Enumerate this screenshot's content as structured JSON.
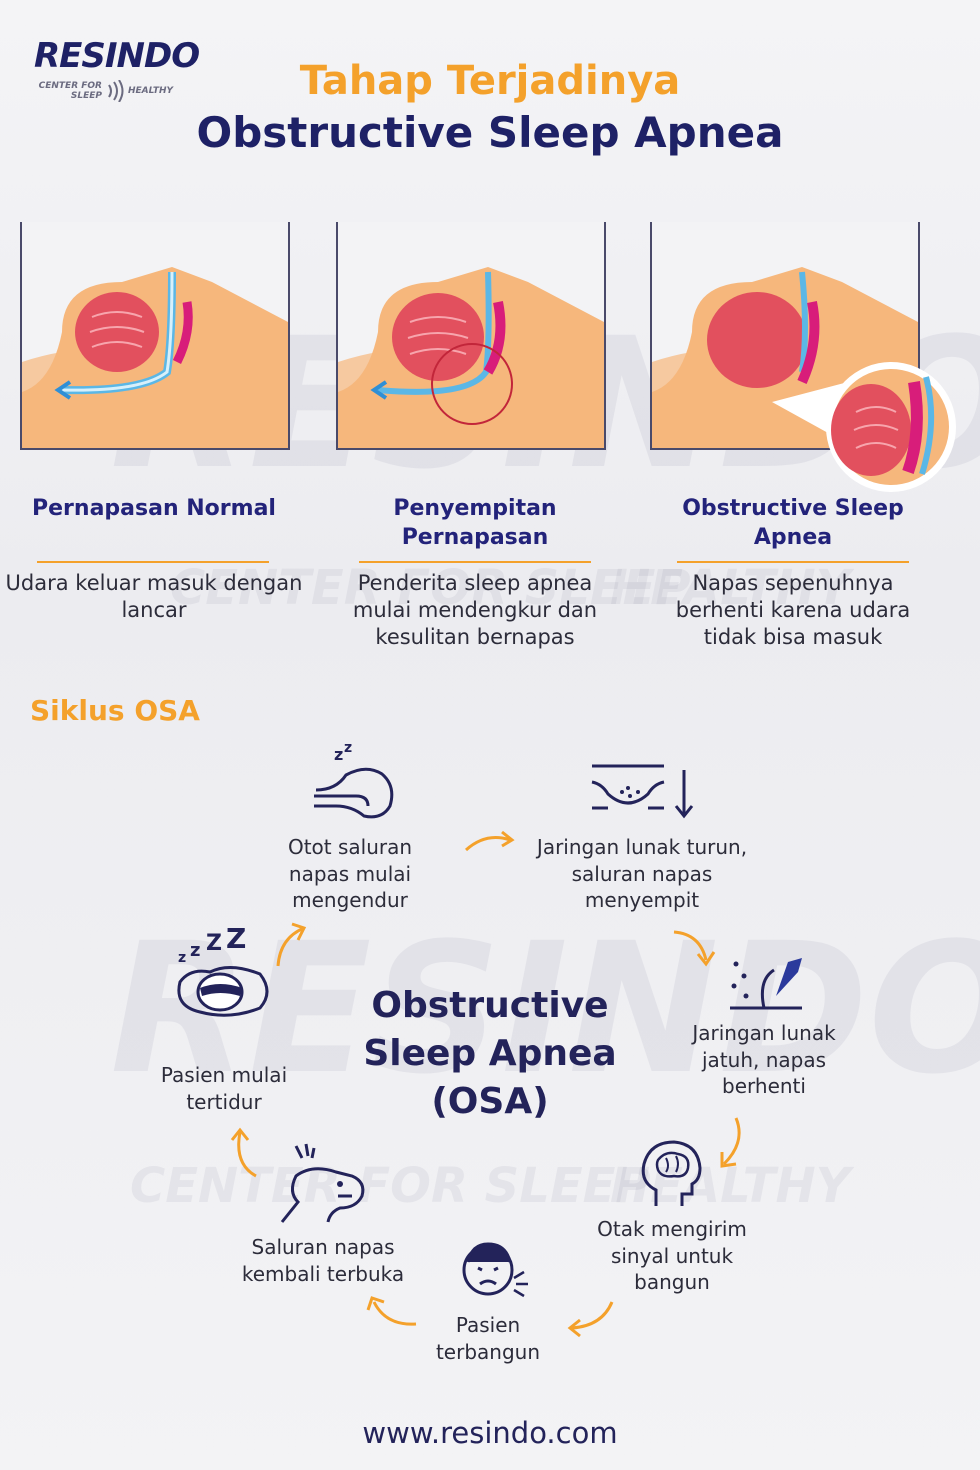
{
  "brand": {
    "logo_text": "RESINDO",
    "logo_sub_left": "CENTER FOR SLEEP",
    "logo_sub_right": "HEALTHY",
    "watermark_text": "RESINDO",
    "watermark_sub_left": "CENTER FOR SLEEP",
    "watermark_sub_right": "HEALTHY"
  },
  "title": {
    "line1": "Tahap Terjadinya",
    "line2": "Obstructive Sleep Apnea"
  },
  "stages": [
    {
      "title": "Pernapasan Normal",
      "description": "Udara keluar masuk dengan lancar"
    },
    {
      "title": "Penyempitan Pernapasan",
      "description": "Penderita sleep apnea mulai mendengkur dan kesulitan bernapas"
    },
    {
      "title": "Obstructive Sleep Apnea",
      "description": "Napas sepenuhnya berhenti karena udara tidak bisa masuk"
    }
  ],
  "cycle": {
    "heading": "Siklus OSA",
    "center_title": "Obstructive Sleep Apnea (OSA)",
    "steps": [
      {
        "label": "Otot saluran napas mulai mengendur",
        "icon": "relaxed-airway-icon"
      },
      {
        "label": "Jaringan lunak turun, saluran napas menyempit",
        "icon": "soft-tissue-down-icon"
      },
      {
        "label": "Jaringan lunak jatuh, napas berhenti",
        "icon": "tissue-fall-icon"
      },
      {
        "label": "Otak mengirim sinyal untuk bangun",
        "icon": "brain-icon"
      },
      {
        "label": "Pasien terbangun",
        "icon": "awake-face-icon"
      },
      {
        "label": "Saluran napas kembali terbuka",
        "icon": "open-airway-icon"
      },
      {
        "label": "Pasien mulai tertidur",
        "icon": "sleeping-icon"
      }
    ]
  },
  "footer": {
    "url": "www.resindo.com"
  },
  "colors": {
    "navy": "#23235a",
    "orange": "#f4a12b",
    "skin": "#f6b77c",
    "tissue": "#e2505e",
    "airway": "#5bb7e6",
    "tongue": "#d81d7a"
  }
}
